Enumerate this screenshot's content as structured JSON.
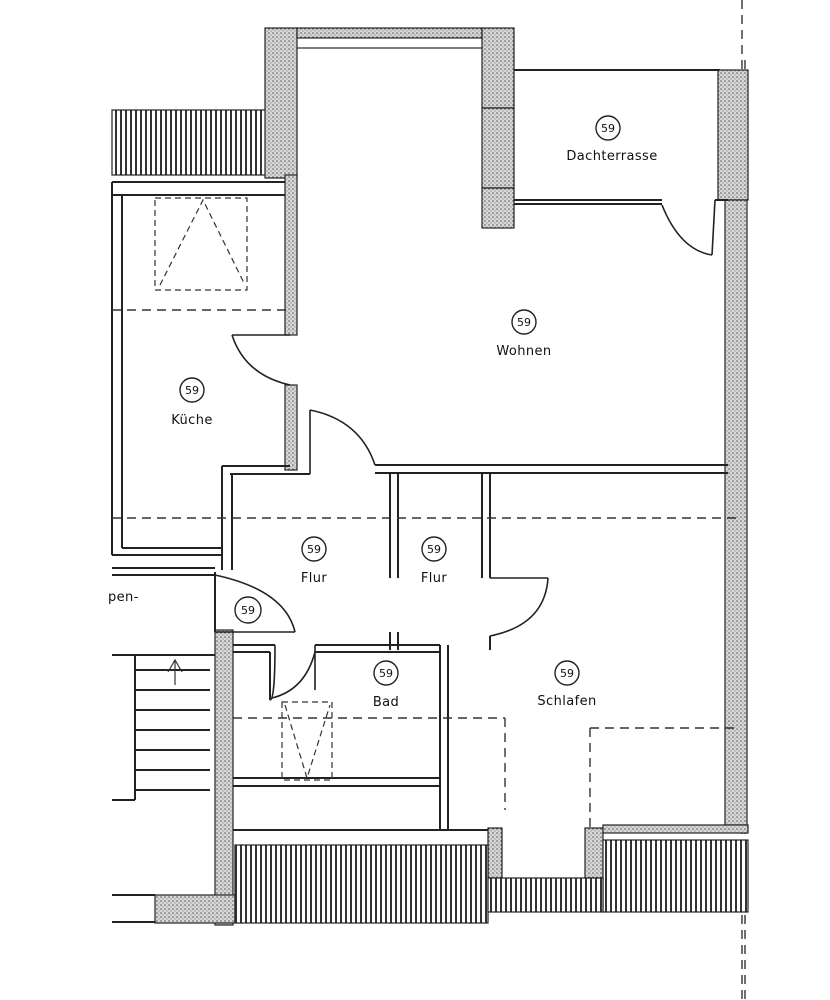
{
  "rooms": {
    "dachterrasse": {
      "label": "Dachterrasse",
      "tag": "59"
    },
    "wohnen": {
      "label": "Wohnen",
      "tag": "59"
    },
    "kueche": {
      "label": "Küche",
      "tag": "59"
    },
    "flur1": {
      "label": "Flur",
      "tag": "59"
    },
    "flur2": {
      "label": "Flur",
      "tag": "59"
    },
    "bad": {
      "label": "Bad",
      "tag": "59"
    },
    "schlafen": {
      "label": "Schlafen",
      "tag": "59"
    },
    "abstellraum": {
      "tag": "59"
    }
  },
  "fragments": {
    "left_edge_text": "pen-"
  }
}
